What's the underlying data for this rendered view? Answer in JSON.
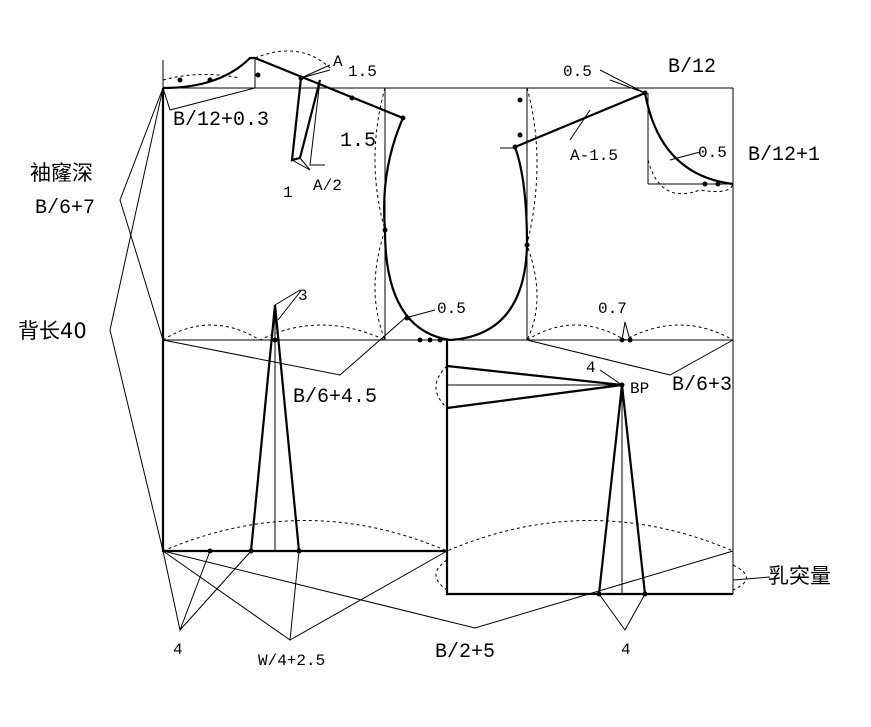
{
  "labels": {
    "a": "A",
    "back_shoulder_1_5_top": "1.5",
    "back_neck_width": "B/12+0.3",
    "back_shoulder_1_5": "1.5",
    "dart_1": "1",
    "a_half": "A/2",
    "front_neck_0_5": "0.5",
    "front_neck_width": "B/12",
    "front_shoulder": "A-1.5",
    "front_neck_depth_0_5": "0.5",
    "front_neck_depth": "B/12+1",
    "armhole_depth_title": "袖窿深",
    "armhole_depth": "B/6+7",
    "back_length": "背长40",
    "back_dart_3": "3",
    "armhole_0_5": "0.5",
    "bp_0_7": "0.7",
    "side_dart_4": "4",
    "bp": "BP",
    "back_width": "B/6+4.5",
    "front_width": "B/6+3",
    "bust_dart": "乳突量",
    "back_waist_4": "4",
    "waist": "W/4+2.5",
    "bust": "B/2+5",
    "front_waist_4": "4"
  }
}
